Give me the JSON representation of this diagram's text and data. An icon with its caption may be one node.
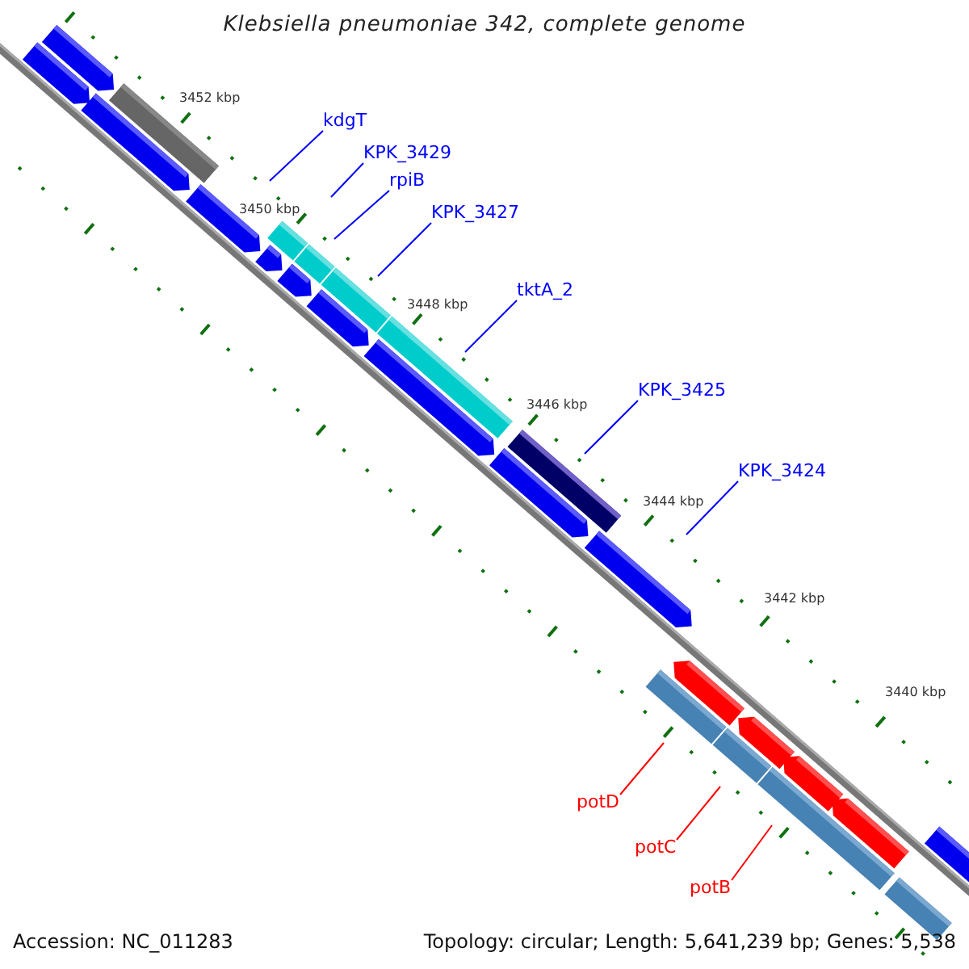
{
  "diagram": {
    "title": "Klebsiella pneumoniae 342, complete genome",
    "nodes": [
      {
        "text": [
          "kdgT"
        ]
      },
      {
        "text": [
          "KPK_3429"
        ]
      },
      {
        "text": [
          "rpiB"
        ]
      },
      {
        "text": [
          "KPK_3427"
        ]
      },
      {
        "text": [
          "tktA_2"
        ]
      },
      {
        "text": [
          "KPK_3425"
        ]
      },
      {
        "text": [
          "KPK_3424"
        ]
      },
      {
        "text": [
          "potD"
        ]
      },
      {
        "text": [
          "potC"
        ]
      },
      {
        "text": [
          "potB"
        ]
      }
    ],
    "edges": [
      {
        "from": 0,
        "to": null,
        "arrow": "none"
      },
      {
        "from": 1,
        "to": null,
        "arrow": "none"
      },
      {
        "from": 2,
        "to": null,
        "arrow": "none"
      },
      {
        "from": 3,
        "to": null,
        "arrow": "none"
      },
      {
        "from": 4,
        "to": null,
        "arrow": "none"
      },
      {
        "from": 5,
        "to": null,
        "arrow": "none"
      },
      {
        "from": 6,
        "to": null,
        "arrow": "none"
      },
      {
        "from": 7,
        "to": null,
        "arrow": "none",
        "color": "#ff0000"
      },
      {
        "from": 8,
        "to": null,
        "arrow": "none",
        "color": "#ff0000"
      },
      {
        "from": 9,
        "to": null,
        "arrow": "none",
        "color": "#ff0000"
      }
    ],
    "labels": [
      "3452 kbp",
      "3450 kbp",
      "3448 kbp",
      "3446 kbp",
      "3444 kbp",
      "3442 kbp",
      "3440 kbp",
      "Accession: NC_011283",
      "Topology: circular; Length: 5,641,239 bp; Genes: 5,538"
    ]
  }
}
